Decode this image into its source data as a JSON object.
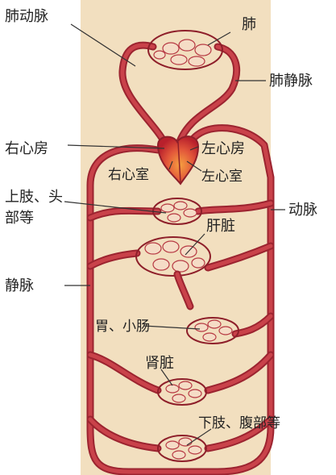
{
  "labels": {
    "pulmonary_artery": "肺动脉",
    "lung": "肺",
    "pulmonary_vein": "肺静脉",
    "right_atrium": "右心房",
    "left_atrium": "左心房",
    "right_ventricle": "右心室",
    "left_ventricle": "左心室",
    "upper_limb_head_line1": "上肢、头",
    "upper_limb_head_line2": "部等",
    "artery": "动脉",
    "liver": "肝脏",
    "vein": "静脉",
    "stomach_intestine": "胃、小肠",
    "kidney": "肾脏",
    "lower_limb_abdomen": "下肢、腹部等"
  },
  "colors": {
    "background_panel": "#f2dfbf",
    "vessel_dark": "#9c2430",
    "vessel_light": "#c9424a",
    "heart": "#d9303a",
    "heart_highlight": "#f08a3a",
    "watermark": "#000000"
  }
}
